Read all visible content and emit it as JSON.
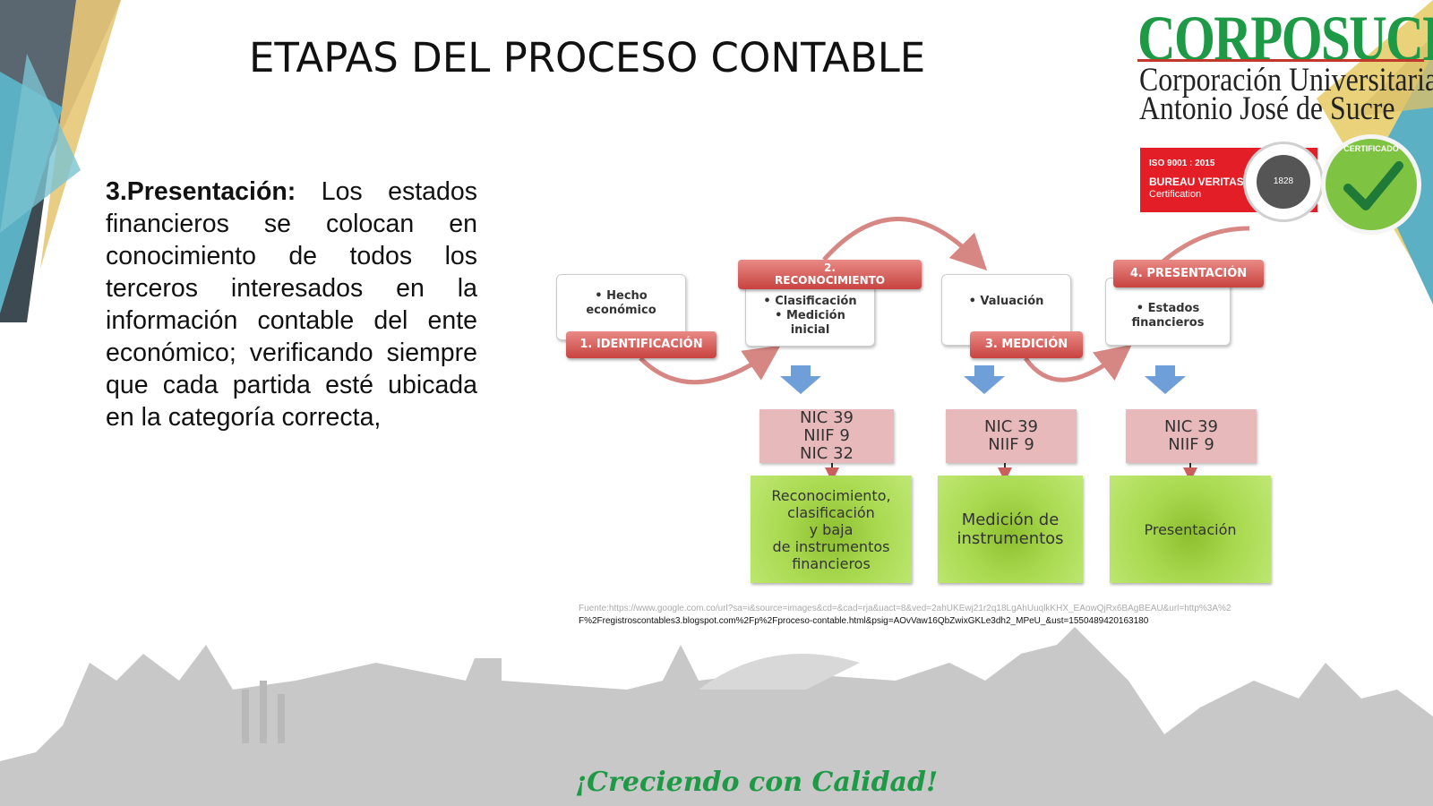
{
  "slide": {
    "title": "ETAPAS DEL PROCESO CONTABLE",
    "body_heading": "3.Presentación:",
    "body_text": "Los estados financieros se colocan en conocimiento de todos los terceros interesados en la información contable del ente económico; verificando siempre que cada partida esté ubicada en la categoría correcta,"
  },
  "logo": {
    "name": "CORPOSUCRE",
    "line1": "Corporación Universitaria",
    "line2": "Antonio José de Sucre",
    "iso_line1": "ISO 9001 : 2015",
    "iso_line2": "BUREAU VERITAS",
    "iso_line3": "Certification",
    "seal_year": "1828",
    "cert_text": "CERTIFICADO"
  },
  "diagram": {
    "stages": [
      {
        "label": "1. IDENTIFICACIÓN",
        "items": [
          "• Hecho",
          "económico"
        ]
      },
      {
        "label_num": "2.",
        "label": "RECONOCIMIENTO",
        "items": [
          "• Clasificación",
          "• Medición",
          "inicial"
        ]
      },
      {
        "label": "3. MEDICIÓN",
        "items": [
          "• Valuación"
        ]
      },
      {
        "label": "4. PRESENTACIÓN",
        "items": [
          "• Estados",
          "financieros"
        ]
      }
    ],
    "nic_boxes": [
      {
        "lines": [
          "NIC 39",
          "NIIF 9",
          "NIC 32"
        ]
      },
      {
        "lines": [
          "NIC 39",
          "NIIF 9"
        ]
      },
      {
        "lines": [
          "NIC 39",
          "NIIF 9"
        ]
      }
    ],
    "green_boxes": [
      {
        "lines": [
          "Reconocimiento,",
          "clasificación",
          "y baja",
          "de instrumentos",
          "financieros"
        ]
      },
      {
        "lines": [
          "Medición de",
          "instrumentos"
        ]
      },
      {
        "lines": [
          "Presentación"
        ]
      }
    ]
  },
  "source": {
    "line1": "Fuente:https://www.google.com.co/url?sa=i&source=images&cd=&cad=rja&uact=8&ved=2ahUKEwj21r2q18LgAhUuqlkKHX_EAowQjRx6BAgBEAU&url=http%3A%2",
    "line2": "F%2Fregistroscontables3.blogspot.com%2Fp%2Fproceso-contable.html&psig=AOvVaw16QbZwixGKLe3dh2_MPeU_&ust=1550489420163180"
  },
  "footer": {
    "slogan": "¡Creciendo con Calidad!"
  },
  "colors": {
    "brand_green": "#1e9a46",
    "stage_red": "#d9534f",
    "nic_pink": "#e8b9ba",
    "green_box": "#a5d346",
    "arrow_blue": "#6f9fd8"
  }
}
